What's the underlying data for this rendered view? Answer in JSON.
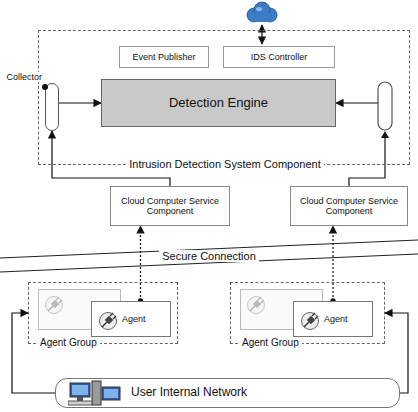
{
  "diagram": {
    "nodes": [
      {
        "text": [
          "Intrusion Detection System Component"
        ]
      },
      {
        "text": [
          "Event Publisher"
        ],
        "in": 0
      },
      {
        "text": [
          "IDS Controller"
        ],
        "in": 0
      },
      {
        "text": [
          "Detection Engine"
        ],
        "in": 0
      },
      {
        "text": [
          "Collector"
        ],
        "in": 0
      },
      {
        "text": [
          "Cloud Computer Service Component"
        ]
      },
      {
        "text": [
          "Cloud Computer Service Component"
        ]
      },
      {
        "text": [
          "Secure Connection"
        ]
      },
      {
        "text": [
          "Agent Group"
        ]
      },
      {
        "text": [
          "Agent"
        ],
        "in": 8
      },
      {
        "text": [
          "Agent Group"
        ]
      },
      {
        "text": [
          "Agent"
        ],
        "in": 10
      },
      {
        "text": [
          "User Internal Network"
        ]
      }
    ],
    "edges": [
      {
        "from": 12,
        "to": 8,
        "arrow": "to"
      },
      {
        "from": 12,
        "to": 10,
        "arrow": "to"
      },
      {
        "from": 9,
        "to": 5,
        "arrow": "to"
      },
      {
        "from": 11,
        "to": 6,
        "arrow": "to"
      },
      {
        "from": 5,
        "to": 4,
        "arrow": "to"
      },
      {
        "from": 4,
        "to": 3,
        "arrow": "to"
      },
      {
        "from": 6,
        "to": 3,
        "arrow": "to"
      }
    ]
  }
}
